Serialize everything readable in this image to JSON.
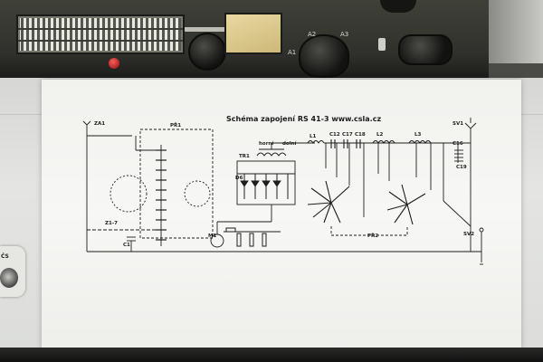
{
  "photo": {
    "subject": "",
    "schematic_title": "Schéma zapojení RS 41-3  www.csla.cz",
    "badge_text": "ĆS",
    "equipment_labels": [
      "A1",
      "A2",
      "A3"
    ]
  },
  "schematic_labels": {
    "za1": "ZA1",
    "pr1": "PŘ1",
    "pr2": "PŘ2",
    "tr1": "TR1",
    "l1": "L1",
    "l2": "L2",
    "l3": "L3",
    "c12": "C12",
    "c17": "C17",
    "c18": "C18",
    "c16": "C16",
    "c19": "C19",
    "sv1": "SV1",
    "sv2": "SV2",
    "m1": "M1",
    "z1_7": "Z1-7",
    "c1": "C1",
    "d6": "D6",
    "horni": "horní",
    "dolni": "dolní"
  },
  "colors": {
    "paper": "#f3f3f0",
    "ink": "#1e1e1e",
    "radio_body": "#35372f",
    "panel_yellow": "#dccb8c",
    "button_red": "#d42020"
  }
}
